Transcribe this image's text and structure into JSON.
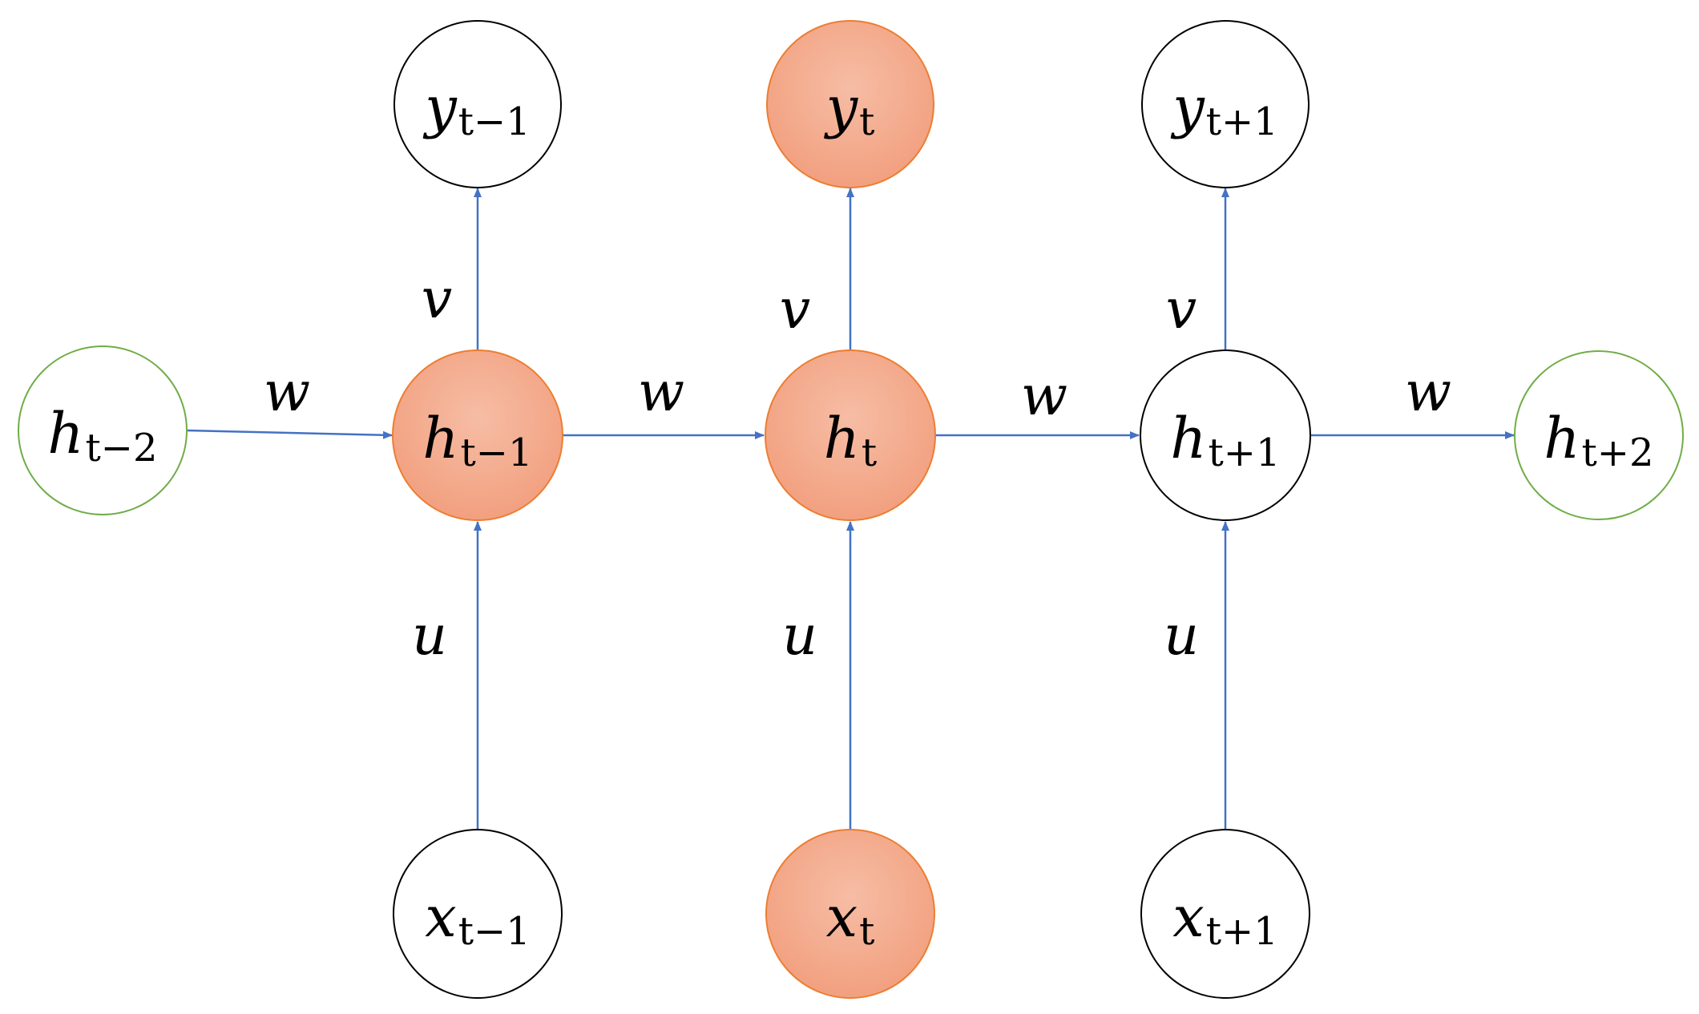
{
  "colors": {
    "highlight_fill": "#f3a98c",
    "highlight_stroke": "#ed7d31",
    "plain_stroke": "#000000",
    "boundary_stroke": "#70ad47",
    "arrow": "#4472c4"
  },
  "nodes": {
    "y_prev": {
      "base": "y",
      "sub": "t−1",
      "style": "plain"
    },
    "y_cur": {
      "base": "y",
      "sub": "t",
      "style": "highlight"
    },
    "y_next": {
      "base": "y",
      "sub": "t+1",
      "style": "plain"
    },
    "h_prev2": {
      "base": "h",
      "sub": "t−2",
      "style": "boundary"
    },
    "h_prev": {
      "base": "h",
      "sub": "t−1",
      "style": "highlight"
    },
    "h_cur": {
      "base": "h",
      "sub": "t",
      "style": "highlight"
    },
    "h_next": {
      "base": "h",
      "sub": "t+1",
      "style": "plain"
    },
    "h_next2": {
      "base": "h",
      "sub": "t+2",
      "style": "boundary"
    },
    "x_prev": {
      "base": "x",
      "sub": "t−1",
      "style": "plain"
    },
    "x_cur": {
      "base": "x",
      "sub": "t",
      "style": "highlight"
    },
    "x_next": {
      "base": "x",
      "sub": "t+1",
      "style": "plain"
    }
  },
  "weights": {
    "w": "w",
    "v": "v",
    "u": "u"
  }
}
